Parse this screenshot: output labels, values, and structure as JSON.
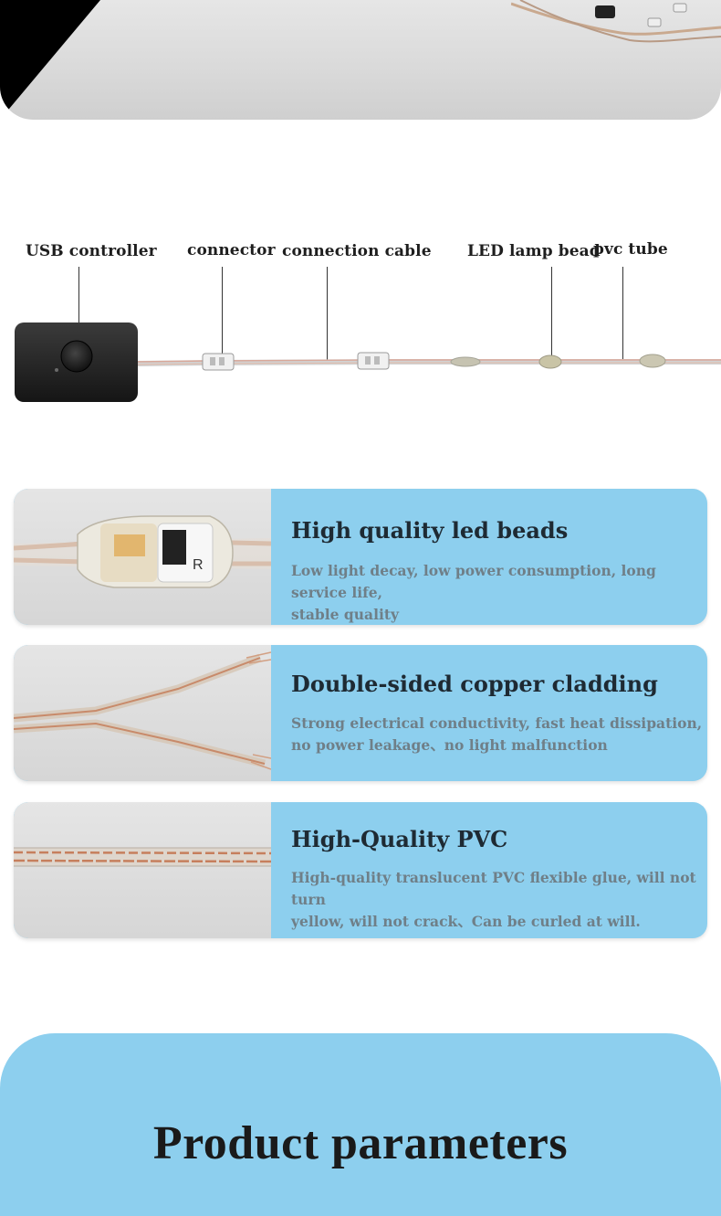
{
  "diagram": {
    "labels": {
      "usb_controller": "USB controller",
      "connector": "connector",
      "connection_cable": "connection cable",
      "led_lamp_bead": "LED lamp bead",
      "pvc_tube": "pvc tube"
    }
  },
  "features": [
    {
      "title": "High quality led beads",
      "line1": "Low light decay, low power consumption, long service life,",
      "line2": "stable quality",
      "photo_text": "R"
    },
    {
      "title": "Double-sided copper cladding",
      "line1": "Strong electrical conductivity, fast heat dissipation,",
      "line2": "no power leakage、no light malfunction"
    },
    {
      "title": "High-Quality PVC",
      "line1": "High-quality translucent PVC flexible glue, will not turn",
      "line2": "yellow, will not crack、Can be curled at will."
    }
  ],
  "params": {
    "title": "Product parameters"
  },
  "colors": {
    "card_blue": "#8dcfee",
    "banner_gray": "#d9d9d9",
    "text_dark": "#1e1e1e",
    "desc_gray": "#6f7f88"
  }
}
